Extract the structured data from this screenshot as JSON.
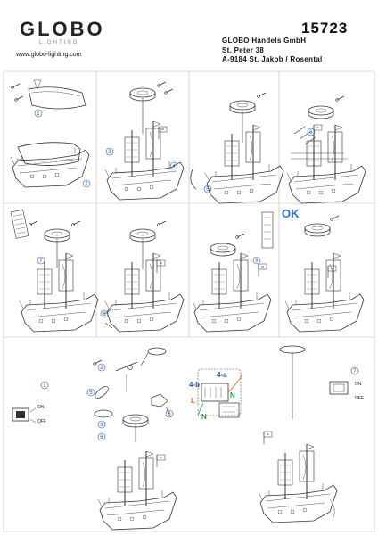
{
  "brand": {
    "name": "GLOBO",
    "tagline": "LIGHTING",
    "website": "www.globo-lighting.com"
  },
  "product_number": "15723",
  "address": {
    "company": "GLOBO Handels GmbH",
    "street": "St. Peter 38",
    "city": "A-9184 St. Jakob / Rosental"
  },
  "step_labels": {
    "s1": "1",
    "s2": "2",
    "s3": "3",
    "s4": "4",
    "s5": "5",
    "s6": "6",
    "s7": "7",
    "s8": "8",
    "s9": "9",
    "ok_mark": "OK",
    "f2": "2",
    "f3": "3",
    "f5": "5",
    "f6": "6",
    "f1": "1",
    "f7": "7",
    "f8": "8",
    "wire_4a": "4-a",
    "wire_4b": "4-b",
    "wire_L": "L",
    "wire_N": "N",
    "wire_N2": "N"
  },
  "switch_labels": {
    "left_on": "ON",
    "left_off": "OFF",
    "right_on": "ON",
    "right_off": "OFF"
  },
  "colors": {
    "line": "#333333",
    "label_blue": "#2255aa",
    "ok_blue": "#2a6fd6",
    "wire_green": "#229944",
    "wire_orange": "#e07020"
  }
}
